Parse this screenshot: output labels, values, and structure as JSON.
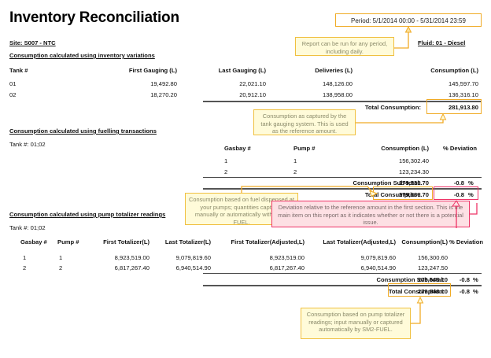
{
  "report": {
    "title": "Inventory Reconciliation",
    "site_label": "Site: S007 - NTC",
    "fluid_label": "Fluid: 01 - Diesel",
    "period_box": "Period: 5/1/2014 00:00 - 5/31/2014 23:59"
  },
  "section1": {
    "heading": "Consumption calculated using inventory variations",
    "columns": [
      "Tank #",
      "First Gauging (L)",
      "Last Gauging (L)",
      "Deliveries (L)",
      "Consumption (L)"
    ],
    "rows": [
      {
        "tank": "01",
        "first_gauging": "19,492.80",
        "last_gauging": "22,021.10",
        "deliveries": "148,126.00",
        "consumption": "145,597.70"
      },
      {
        "tank": "02",
        "first_gauging": "18,270.20",
        "last_gauging": "20,912.10",
        "deliveries": "138,958.00",
        "consumption": "136,316.10"
      }
    ],
    "total_label": "Total Consumption:",
    "total_value": "281,913.80"
  },
  "section2": {
    "heading": "Consumption calculated using fuelling transactions",
    "tank_label": "Tank #: 01;02",
    "columns": [
      "Gasbay #",
      "Pump #",
      "Consumption (L)",
      "% Deviation"
    ],
    "rows": [
      {
        "gasbay": "1",
        "pump": "1",
        "consumption": "156,302.40",
        "deviation": ""
      },
      {
        "gasbay": "2",
        "pump": "2",
        "consumption": "123,234.30",
        "deviation": ""
      }
    ],
    "subtotal_label": "Consumption Sub-total:",
    "subtotal_value": "279,536.70",
    "subtotal_deviation": "-0.8",
    "subtotal_deviation_unit": "%",
    "total_label": "Total Consumption:",
    "total_value": "279,536.70",
    "total_deviation": "-0.8",
    "total_deviation_unit": "%"
  },
  "section3": {
    "heading": "Consumption calculated using pump totalizer readings",
    "tank_label": "Tank #: 01;02",
    "columns": [
      "Gasbay #",
      "Pump #",
      "First Totalizer(L)",
      "Last Totalizer(L)",
      "First Totalizer(Adjusted,L)",
      "Last Totalizer(Adjusted,L)",
      "Consumption(L)",
      "% Deviation"
    ],
    "rows": [
      {
        "gasbay": "1",
        "pump": "1",
        "first_tot": "8,923,519.00",
        "last_tot": "9,079,819.60",
        "first_tot_adj": "8,923,519.00",
        "last_tot_adj": "9,079,819.60",
        "consumption": "156,300.60",
        "deviation": ""
      },
      {
        "gasbay": "2",
        "pump": "2",
        "first_tot": "6,817,267.40",
        "last_tot": "6,940,514.90",
        "first_tot_adj": "6,817,267.40",
        "last_tot_adj": "6,940,514.90",
        "consumption": "123,247.50",
        "deviation": ""
      }
    ],
    "subtotal_label": "Consumption Sub-total:",
    "subtotal_value": "279,548.10",
    "subtotal_deviation": "-0.8",
    "subtotal_deviation_unit": "%",
    "total_label": "Total Consumption:",
    "total_value": "279,548.10",
    "total_deviation": "-0.8",
    "total_deviation_unit": "%"
  },
  "callouts": {
    "period": "Report can be run for any period, including daily.",
    "reference": "Consumption as captured by the tank gauging system. This is used as the reference amount.",
    "fuelling": "Consumption based on fuel dispensed at your pumps; quantities captured manually or automatically with SM2-FUEL.",
    "deviation": "Deviation relative to the reference amount in the first section. This is the main item on this report as it indicates whether or not there is a potential issue.",
    "totalizer": "Consumption based on pump totalizer readings; input manually or captured automatically by SM2-FUEL."
  },
  "colors": {
    "highlight": "#f0ab26",
    "callout_bg": "#fffbd9",
    "callout_border": "#f0c040",
    "alert": "#ee3366",
    "alert_bg": "#fde0e4"
  }
}
